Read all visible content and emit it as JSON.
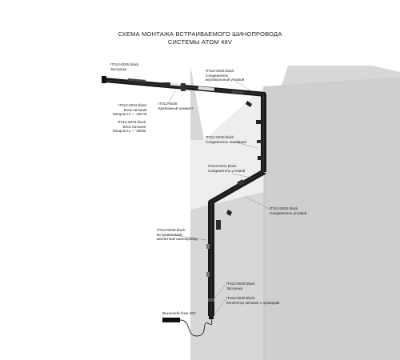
{
  "title": {
    "line1": "СХЕМА МОНТАЖА ВСТРАИВАЕМОГО ШИНОПРОВОДА",
    "line2": "СИСТЕМЫ ATOM 48V"
  },
  "labels": {
    "endcap_top": {
      "code": "IT012-5035 black",
      "desc": "Заглушка"
    },
    "psu_100": {
      "code": "IT012-5042 black",
      "desc1": "Блок питания",
      "desc2": "Мощность — 100 W"
    },
    "psu_200": {
      "code": "IT012-5043 black",
      "desc1": "Блок питания",
      "desc2": "Мощность — 200W"
    },
    "mount_element": {
      "code": "IT012-5038",
      "desc": "Крепежный элемент"
    },
    "vertical_corner": {
      "code": "IT012-5033 black",
      "desc1": "Соединитель",
      "desc2": "вертикальный угловой"
    },
    "linear_connector": {
      "code": "IT012-5040 black",
      "desc": "Соединитель линейный"
    },
    "corner_connector_1": {
      "code": "IT012-5041 black",
      "desc": "Соединитель  угловой"
    },
    "corner_connector_2": {
      "code": "IT012-5032 black",
      "desc": "Соединитель  угловой"
    },
    "track": {
      "code": "IT012-5030 black",
      "desc1": "Встраиваемый",
      "desc2": "магнитный шинопровод"
    },
    "endcap_bottom": {
      "code": "IT012-5035 black",
      "desc": "Заглушка"
    },
    "power_connector": {
      "code": "IT012-5039 black",
      "desc": "Коннектор питания с проводом"
    },
    "remote_psu": {
      "desc": "Выносной блок 48V"
    }
  }
}
